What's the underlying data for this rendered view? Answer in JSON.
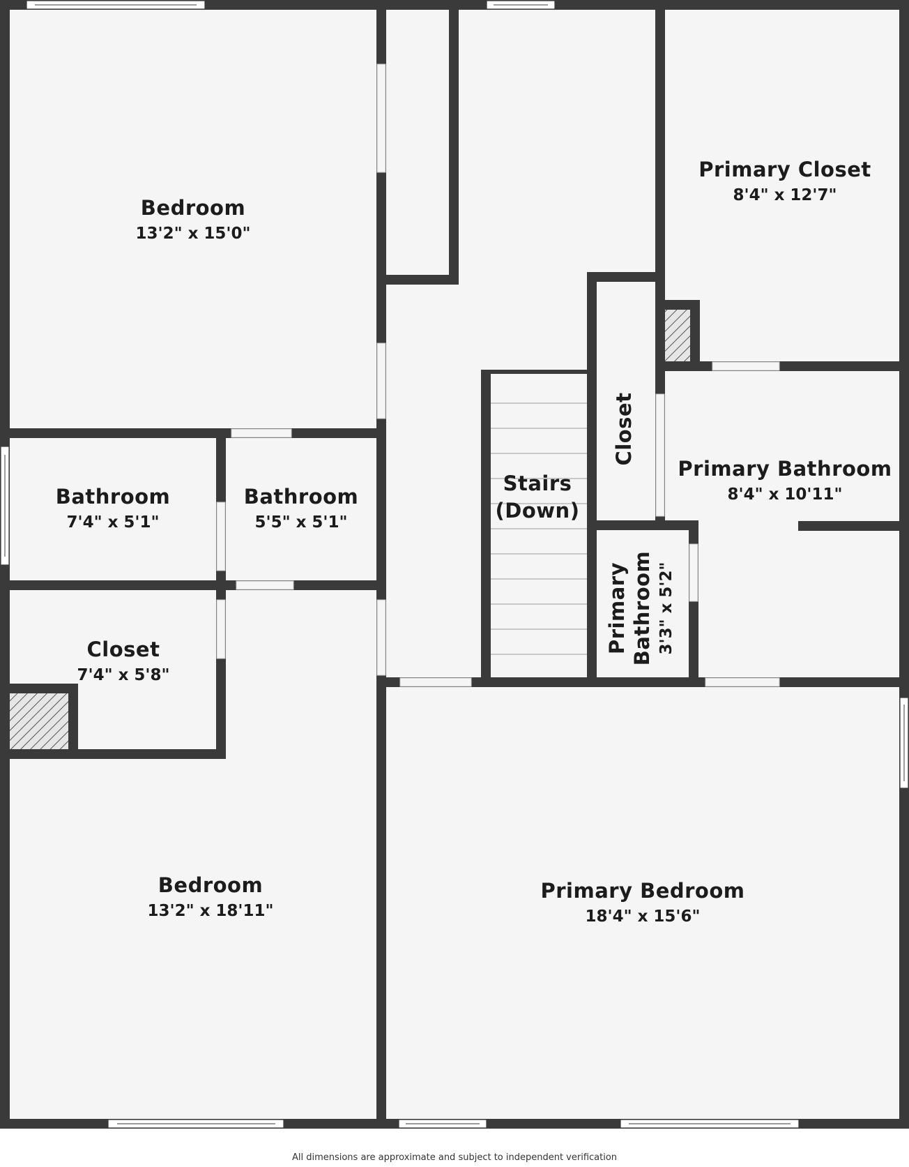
{
  "rooms": {
    "bedroom_top": {
      "name": "Bedroom",
      "dims": "13'2\" x 15'0\""
    },
    "bathroom_a": {
      "name": "Bathroom",
      "dims": "7'4\" x 5'1\""
    },
    "bathroom_b": {
      "name": "Bathroom",
      "dims": "5'5\" x 5'1\""
    },
    "closet_small": {
      "name": "Closet",
      "dims": "7'4\" x 5'8\""
    },
    "bedroom_bottom": {
      "name": "Bedroom",
      "dims": "13'2\" x 18'11\""
    },
    "stairs": {
      "line1": "Stairs",
      "line2": "(Down)"
    },
    "closet_hall": {
      "name": "Closet"
    },
    "primary_closet": {
      "name": "Primary Closet",
      "dims": "8'4\" x 12'7\""
    },
    "primary_bathroom": {
      "name": "Primary Bathroom",
      "dims": "8'4\" x 10'11\""
    },
    "primary_bathroom_small": {
      "line1": "Primary",
      "line2": "Bathroom",
      "dims": "3'3\" x 5'2\""
    },
    "primary_bedroom": {
      "name": "Primary Bedroom",
      "dims": "18'4\" x 15'6\""
    }
  },
  "footer": {
    "note": "All dimensions are approximate and subject to independent verification"
  },
  "colors": {
    "wall": "#3a3a3a",
    "floor": "#f4f5f4",
    "text": "#1c1c1c"
  }
}
